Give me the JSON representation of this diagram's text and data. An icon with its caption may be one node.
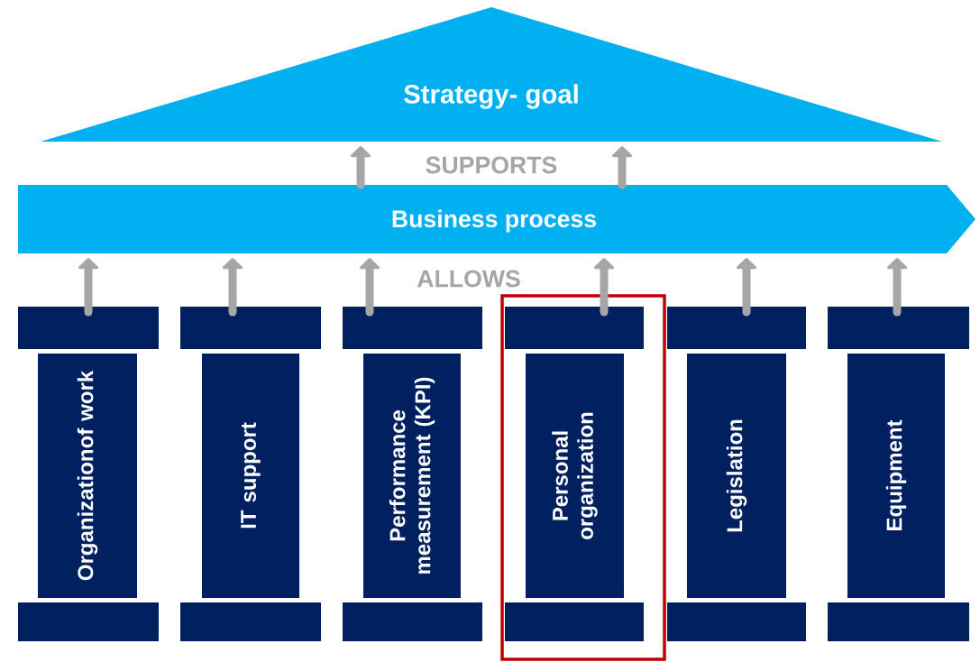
{
  "diagram": {
    "nodes": [
      {
        "text": [
          "Strategy- goal"
        ]
      },
      {
        "text": [
          "Business process"
        ]
      },
      {
        "text": [
          "Organizationof work"
        ]
      },
      {
        "text": [
          "IT support"
        ]
      },
      {
        "text": [
          "Performance measurement (KPI)"
        ]
      },
      {
        "text": [],
        "shape": "box"
      },
      {
        "text": [
          "Personal organization"
        ],
        "in": 5
      },
      {
        "text": [
          "Legislation"
        ]
      },
      {
        "text": [
          "Equipment"
        ]
      }
    ],
    "edges": [
      {
        "from": 1,
        "to": 0,
        "arrow": "to"
      },
      {
        "from": 1,
        "to": 0,
        "arrow": "to"
      },
      {
        "from": 2,
        "to": 1,
        "arrow": "to"
      },
      {
        "from": 3,
        "to": 1,
        "arrow": "to"
      },
      {
        "from": 4,
        "to": 1,
        "arrow": "to"
      },
      {
        "from": 6,
        "to": 1,
        "arrow": "to"
      },
      {
        "from": 7,
        "to": 1,
        "arrow": "to"
      },
      {
        "from": 8,
        "to": 1,
        "arrow": "to"
      }
    ],
    "labels": [
      "SUPPORTS",
      "ALLOWS"
    ]
  }
}
